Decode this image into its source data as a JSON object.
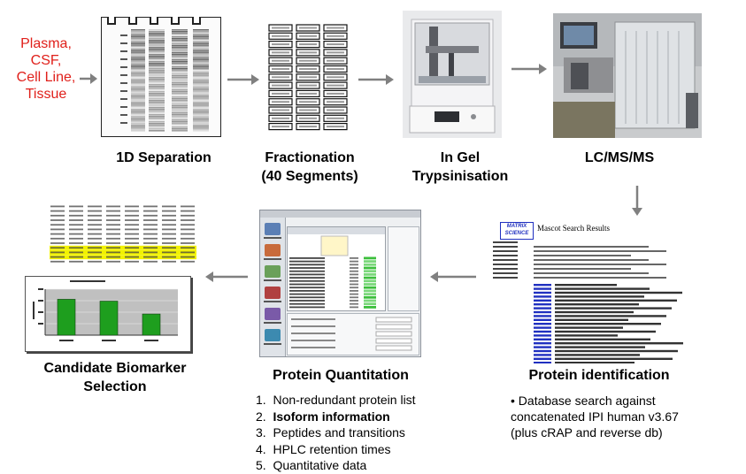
{
  "sources": [
    "Plasma,",
    "CSF,",
    "Cell Line,",
    "Tissue"
  ],
  "stages": {
    "separation": [
      "1D Separation"
    ],
    "fractionation": [
      "Fractionation",
      "(40 Segments)"
    ],
    "trypsinisation": [
      "In Gel",
      "Trypsinisation"
    ],
    "lcms": [
      "LC/MS/MS"
    ],
    "identification": [
      "Protein identification"
    ],
    "quantitation": [
      "Protein Quantitation"
    ],
    "biomarker": [
      "Candidate Biomarker",
      "Selection"
    ]
  },
  "quantitation_list": [
    {
      "num": "1.",
      "text": "Non-redundant  protein list",
      "bold": false
    },
    {
      "num": "2.",
      "text": "Isoform information",
      "bold": true
    },
    {
      "num": "3.",
      "text": "Peptides and transitions",
      "bold": false
    },
    {
      "num": "4.",
      "text": "HPLC retention times",
      "bold": false
    },
    {
      "num": "5.",
      "text": "Quantitative data",
      "bold": false
    }
  ],
  "identification_note": [
    "• Database search against",
    "concatenated IPI human v3.67",
    "(plus cRAP and reverse db)"
  ],
  "mascot": {
    "logo_top": "MATRIX",
    "logo_bottom": "SCIENCE",
    "title": "Mascot Search Results"
  },
  "colors": {
    "source_text": "#e0201b",
    "arrow": "#808080",
    "bar": "#1e9e1e",
    "highlight": "#f2f200",
    "link": "#2030c0"
  }
}
